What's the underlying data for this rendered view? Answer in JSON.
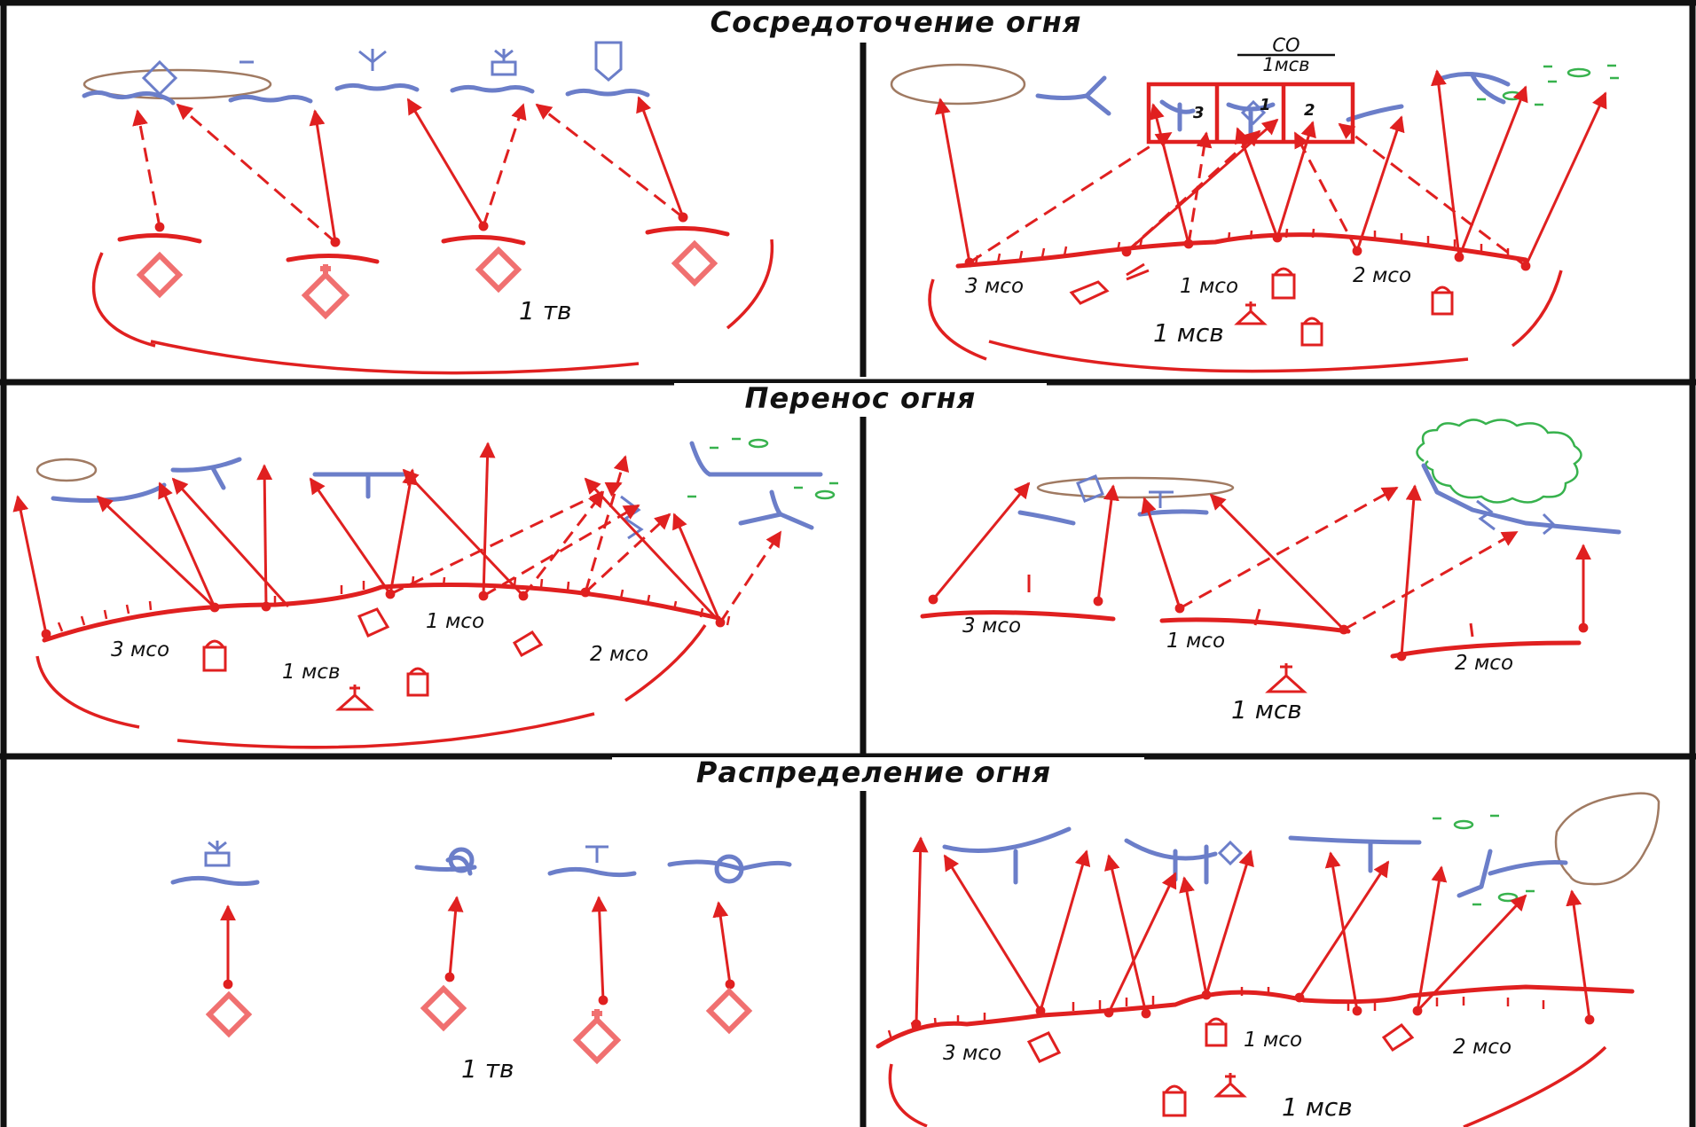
{
  "titles": {
    "concentration": "Сосредоточение огня",
    "transfer": "Перенос огня",
    "distribution": "Распределение огня"
  },
  "labels": {
    "tb": "1 тв",
    "mcv": "1 мсв",
    "mco1": "1 мсо",
    "mco2": "2 мсо",
    "mco3": "3 мсо",
    "co": "СО",
    "co_denominator": "1мсв",
    "sector1": "1",
    "sector2": "2",
    "sector3": "3"
  },
  "colors": {
    "own_forces": "#e02020",
    "own_vehicles": "#f07070",
    "enemy": "#6b7ec9",
    "terrain_brown": "#a07a62",
    "terrain_green": "#37b24d",
    "divider": "#111111"
  }
}
